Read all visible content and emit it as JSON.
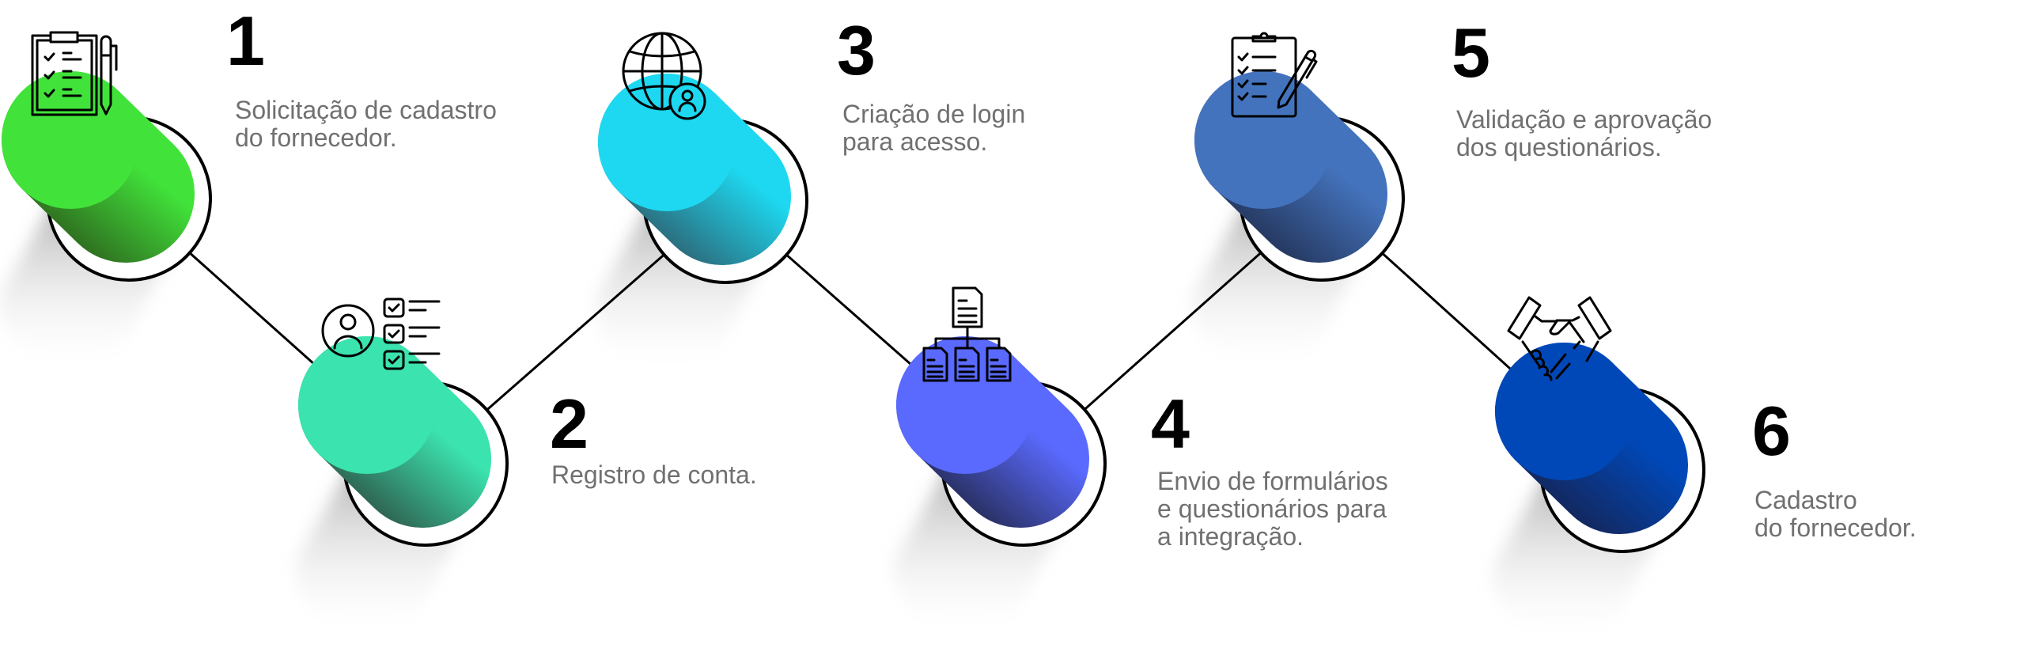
{
  "steps": [
    {
      "number": "1",
      "text": "Solicitação de cadastro\ndo fornecedor.",
      "icon": "clipboard-checklist-pen-icon",
      "color": "#41E33A",
      "dark": "#2E6A1F"
    },
    {
      "number": "2",
      "text": "Registro de conta.",
      "icon": "user-checklist-icon",
      "color": "#3BE3AE",
      "dark": "#2E5E4E"
    },
    {
      "number": "3",
      "text": "Criação de login\npara acesso.",
      "icon": "globe-user-icon",
      "color": "#1DD8F0",
      "dark": "#2C6878"
    },
    {
      "number": "4",
      "text": "Envio de formulários\ne questionários para\na integração.",
      "icon": "document-hierarchy-icon",
      "color": "#5A6AFF",
      "dark": "#272E5C"
    },
    {
      "number": "5",
      "text": "Validação e aprovação\ndos questionários.",
      "icon": "clipboard-pencil-icon",
      "color": "#4473BD",
      "dark": "#24365C"
    },
    {
      "number": "6",
      "text": "Cadastro\ndo fornecedor.",
      "icon": "handshake-icon",
      "color": "#0048B8",
      "dark": "#14265A"
    }
  ]
}
